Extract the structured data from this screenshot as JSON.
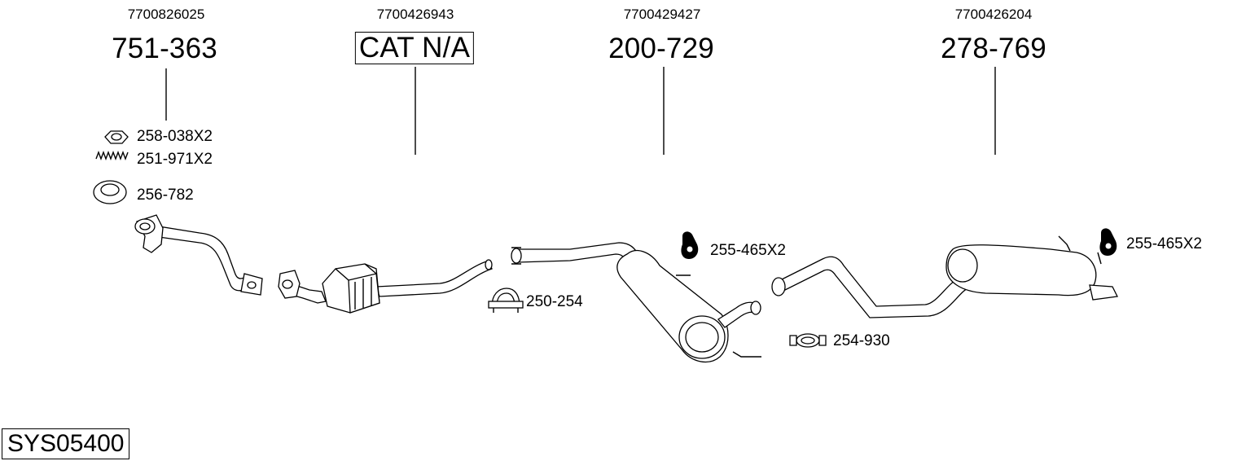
{
  "columns": [
    {
      "oem": "7700826025",
      "part": "751-363",
      "boxed": false
    },
    {
      "oem": "7700426943",
      "part": "CAT N/A",
      "boxed": true
    },
    {
      "oem": "7700429427",
      "part": "200-729",
      "boxed": false
    },
    {
      "oem": "7700426204",
      "part": "278-769",
      "boxed": false
    }
  ],
  "accessories": [
    {
      "label": "258-038X2",
      "icon": "nut-icon"
    },
    {
      "label": "251-971X2",
      "icon": "spring-icon"
    },
    {
      "label": "256-782",
      "icon": "gasket-ring-icon"
    },
    {
      "label": "250-254",
      "icon": "u-clamp-icon"
    },
    {
      "label": "255-465X2",
      "icon": "rubber-hanger-icon"
    },
    {
      "label": "254-930",
      "icon": "band-clamp-icon"
    },
    {
      "label": "255-465X2",
      "icon": "rubber-hanger-icon"
    }
  ],
  "system_code": "SYS05400"
}
